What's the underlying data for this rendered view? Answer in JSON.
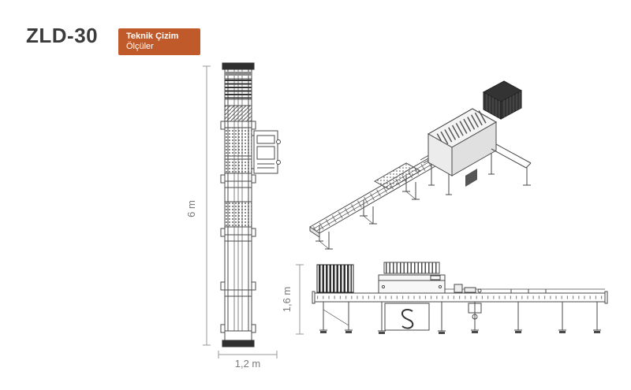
{
  "header": {
    "model": "ZLD-30",
    "badge": {
      "line1": "Teknik Çizim",
      "line2": "Ölçüler"
    }
  },
  "drawings": {
    "top_view": {
      "label": "top-view",
      "height_dimension": "6 m",
      "width_dimension": "1,2 m"
    },
    "isometric_view": {
      "label": "isometric-view"
    },
    "side_view": {
      "label": "side-view",
      "height_dimension": "1,6 m"
    }
  },
  "colors": {
    "badge_bg": "#c05a2b",
    "badge_text": "#ffffff",
    "title_text": "#3b3b3b",
    "drawing_line": "#4a4a4a",
    "drawing_dark": "#2f2f2f",
    "dimension_text": "#7a7a7a",
    "page_bg": "#ffffff"
  }
}
